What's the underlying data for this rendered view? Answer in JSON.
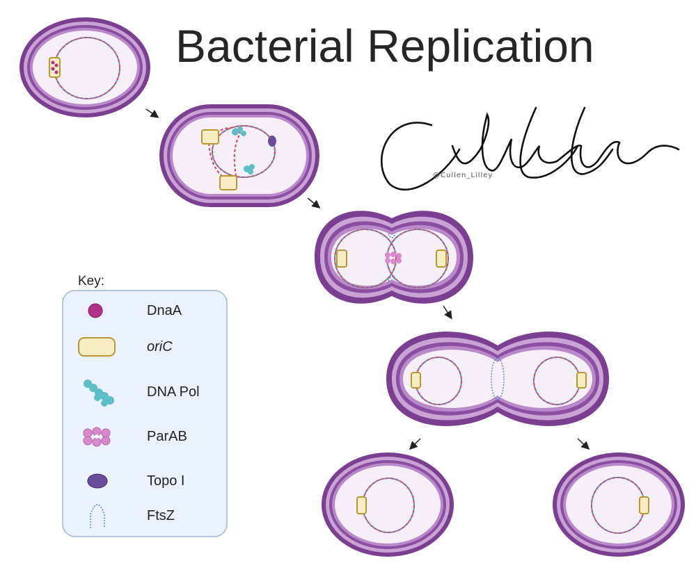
{
  "title": "Bacterial Replication",
  "signature": {
    "text": "CullenLilley",
    "handle": "@Cullen_Lilley"
  },
  "key": {
    "title": "Key:",
    "items": [
      {
        "label": "DnaA",
        "icon": "dnaa-icon",
        "italic": false
      },
      {
        "label": "oriC",
        "icon": "oric-icon",
        "italic": true
      },
      {
        "label": "DNA Pol",
        "icon": "dna-pol-icon",
        "italic": false
      },
      {
        "label": "ParAB",
        "icon": "parab-icon",
        "italic": false
      },
      {
        "label": "Topo I",
        "icon": "topo-i-icon",
        "italic": false
      },
      {
        "label": "FtsZ",
        "icon": "ftsz-icon",
        "italic": false
      }
    ]
  },
  "colors": {
    "membrane_dark": "#7b3f91",
    "membrane_light": "#b98ac9",
    "cytoplasm": "#f7eff8",
    "dna_red": "#c94a5a",
    "dna_blue": "#5b8fc9",
    "oric_fill": "#f7edc4",
    "oric_stroke": "#b8972f",
    "dnaa": "#b0308a",
    "dna_pol": "#5bbfc5",
    "parab": "#d98acc",
    "topo": "#6a4c9c",
    "ftsz": "#4d8fc7",
    "key_bg": "#eaf3fd",
    "key_border": "#9db8d6"
  }
}
